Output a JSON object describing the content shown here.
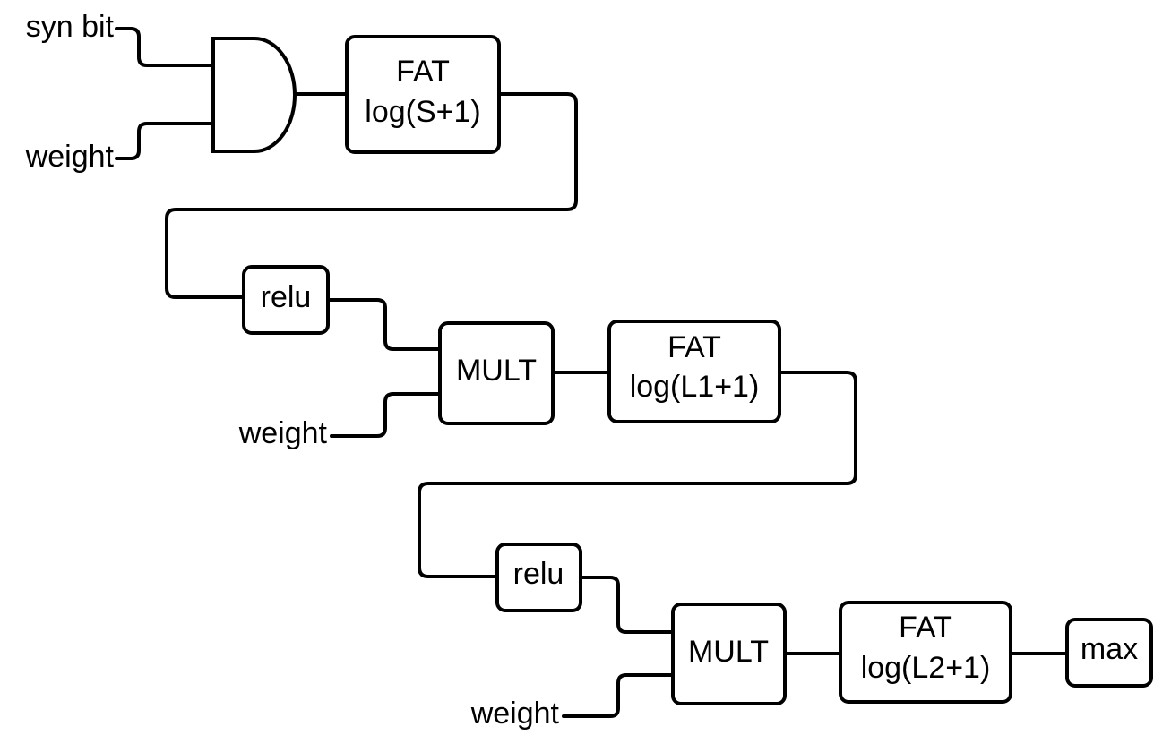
{
  "inputs": {
    "syn_bit": "syn bit",
    "weight_1": "weight",
    "weight_2": "weight",
    "weight_3": "weight"
  },
  "stage1": {
    "fat_title": "FAT",
    "fat_formula": "log(S+1)"
  },
  "stage2": {
    "relu": "relu",
    "mult": "MULT",
    "fat_title": "FAT",
    "fat_formula": "log(L1+1)"
  },
  "stage3": {
    "relu": "relu",
    "mult": "MULT",
    "fat_title": "FAT",
    "fat_formula": "log(L2+1)"
  },
  "output": {
    "max": "max"
  }
}
